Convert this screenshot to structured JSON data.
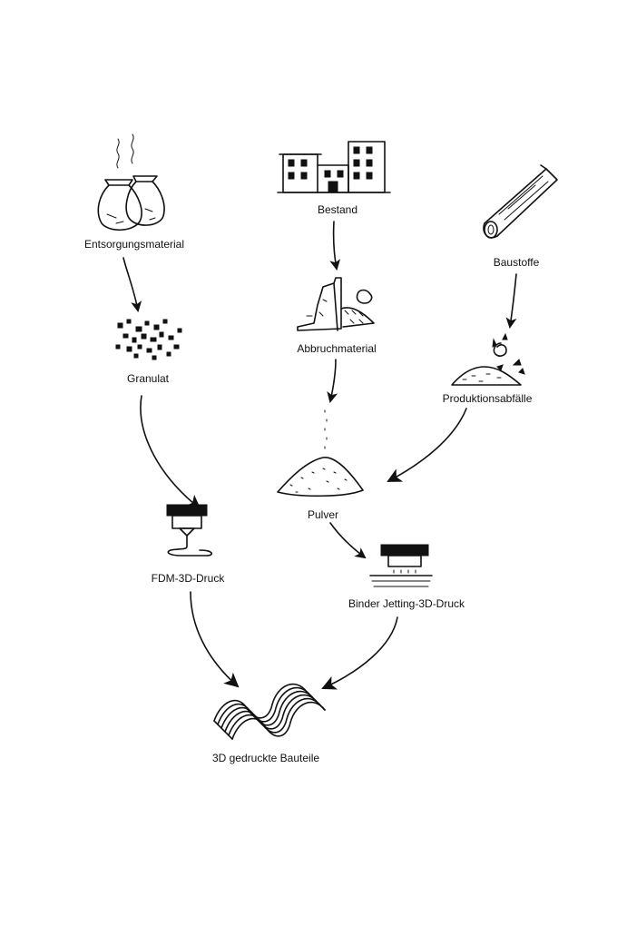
{
  "nodes": {
    "entsorgungsmaterial": "Entsorgungsmaterial",
    "bestand": "Bestand",
    "baustoffe": "Baustoffe",
    "granulat": "Granulat",
    "abbruchmaterial": "Abbruchmaterial",
    "produktionsabfaelle": "Produktionsabfälle",
    "pulver": "Pulver",
    "fdm": "FDM-3D-Druck",
    "binder": "Binder Jetting-3D-Druck",
    "bauteile": "3D gedruckte Bauteile"
  },
  "icons": {
    "entsorgungsmaterial": "waste-bags-icon",
    "bestand": "buildings-icon",
    "baustoffe": "timber-beam-icon",
    "granulat": "granulate-icon",
    "abbruchmaterial": "demolition-rubble-icon",
    "produktionsabfaelle": "production-waste-icon",
    "pulver": "powder-pile-icon",
    "fdm": "fdm-printer-nozzle-icon",
    "binder": "binder-jetting-printhead-icon",
    "bauteile": "printed-components-icon"
  },
  "colors": {
    "ink": "#111111",
    "background": "#ffffff"
  }
}
